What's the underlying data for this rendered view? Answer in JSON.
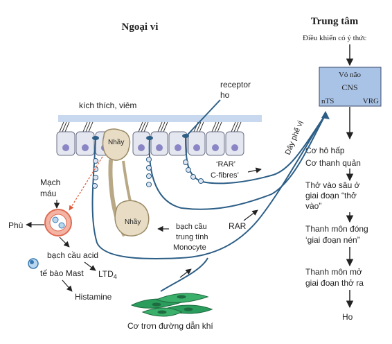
{
  "headings": {
    "peripheral": "Ngoại vi",
    "central": "Trung tâm"
  },
  "central": {
    "conscious_control": "Điều khiển có ý thức",
    "box": {
      "cortex": "Vỏ não",
      "cns": "CNS",
      "nts": "nTS",
      "vrg": "VRG"
    },
    "steps": [
      [
        "Cơ hô hấp",
        "Cơ thanh quản"
      ],
      [
        "Thở vào sâu ở",
        "giai đoạn “thở",
        "vào”"
      ],
      [
        "Thanh môn đóng",
        "‘giai đoạn nén”"
      ],
      [
        "Thanh môn mở",
        "giai đoạn thở ra"
      ]
    ],
    "cough": "Ho"
  },
  "peripheral": {
    "stimulus": "kích thích, viêm",
    "receptor": [
      "receptor",
      "ho"
    ],
    "mucus_top": "Nhầy",
    "mucus_bottom": "Nhầy",
    "c_fibres": [
      "‘RAR’",
      "C-fibres’"
    ],
    "vagus": "Dây phế vị",
    "rar": "RAR",
    "vessel": [
      "Mạch",
      "máu"
    ],
    "edema": "Phù",
    "neutrophil": [
      "bạch cầu",
      "trung tính",
      "Monocyte"
    ],
    "eosinophil": "bạch cầu acid",
    "mast_cell": "tế bào Mast",
    "ltd4": "LTD",
    "ltd4_sub": "4",
    "histamine": "Histamine",
    "smooth_muscle": "Cơ trơn đường dẫn khí"
  },
  "colors": {
    "epithelium_bar": "#c8d8ee",
    "cell_fill": "#e4e6f0",
    "nucleus": "#8a85c4",
    "nerve": "#2c5e86",
    "cns_box": "#a9c3e6",
    "mucus": "#e8dcc4",
    "muscle": "#2a9d5c"
  }
}
